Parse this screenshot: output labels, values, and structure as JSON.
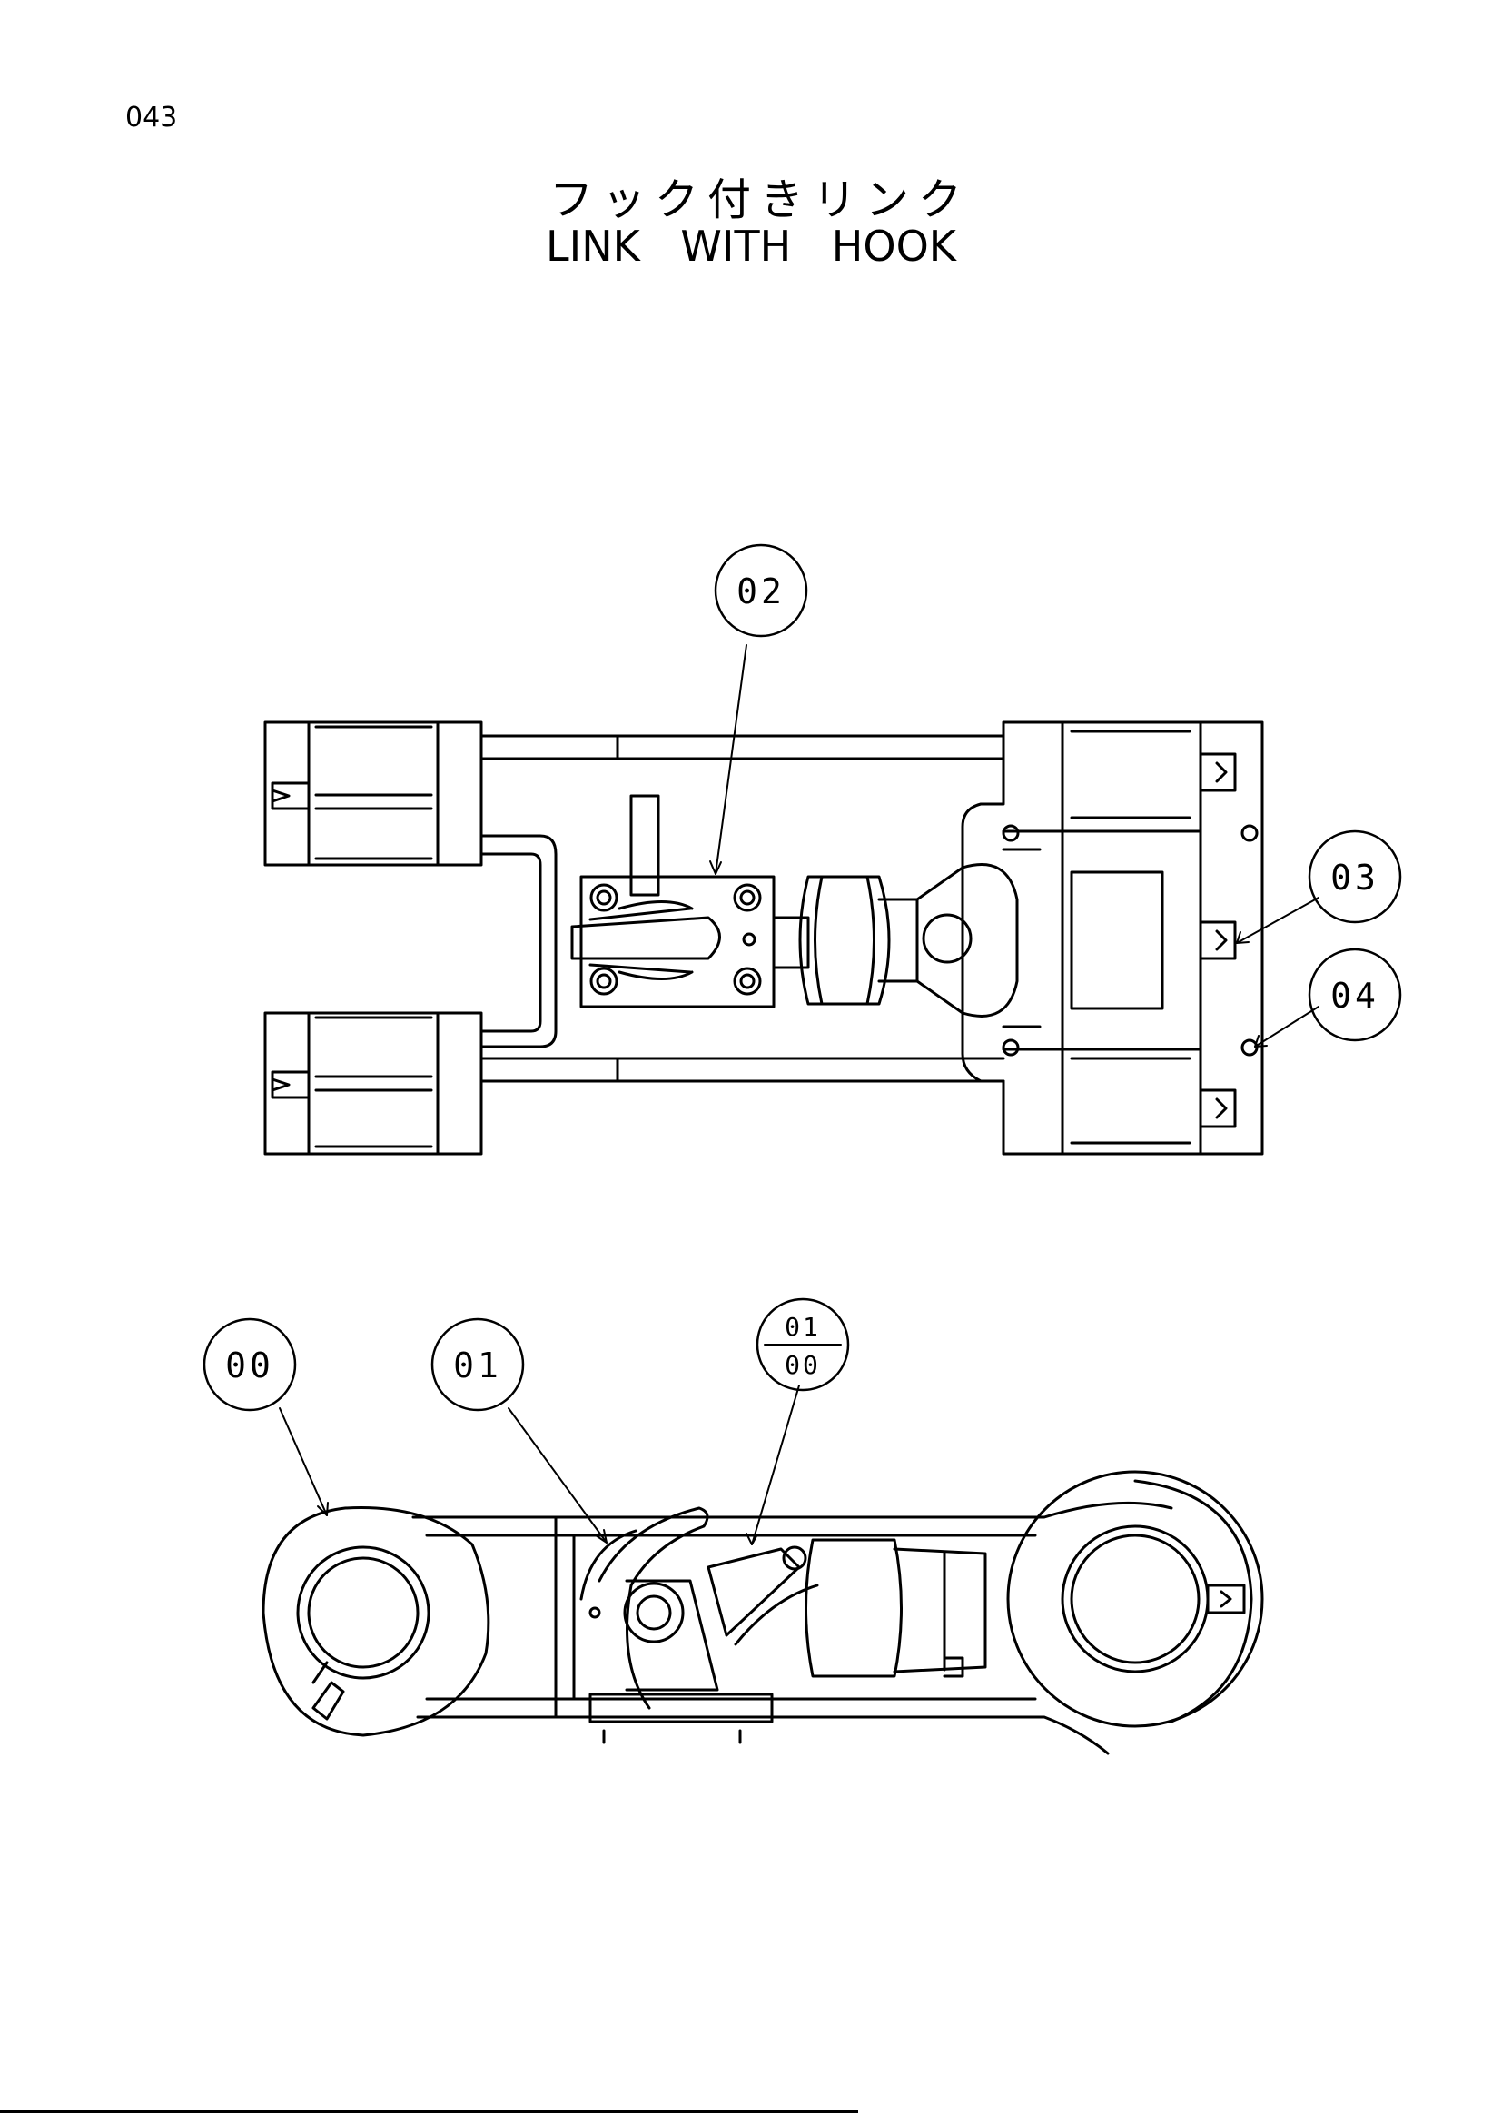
{
  "page_number": "043",
  "title_jp": "フック付きリンク",
  "title_en": "LINK   WITH   HOOK",
  "callouts": {
    "c02": "02",
    "c03": "03",
    "c04": "04",
    "c00": "00",
    "c01": "01",
    "frac_top": "01",
    "frac_bottom": "00"
  }
}
